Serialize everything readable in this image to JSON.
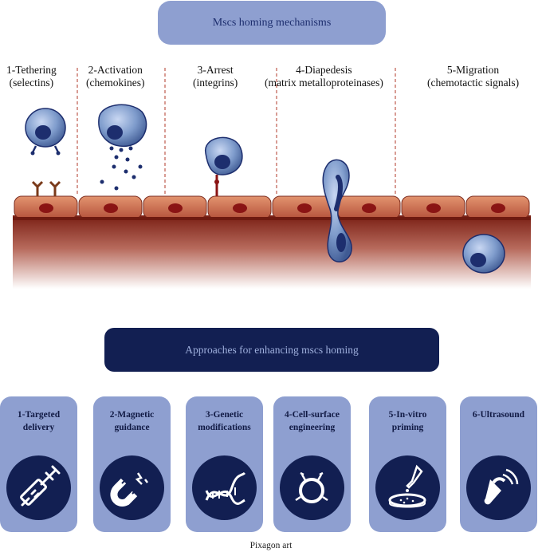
{
  "title": "Mscs homing mechanisms",
  "steps": [
    {
      "line1": "1-Tethering",
      "line2": "(selectins)"
    },
    {
      "line1": "2-Activation",
      "line2": "(chemokines)"
    },
    {
      "line1": "3-Arrest",
      "line2": "(integrins)"
    },
    {
      "line1": "4-Diapedesis",
      "line2": "(matrix metalloproteinases)"
    },
    {
      "line1": "5-Migration",
      "line2": "(chemotactic signals)"
    }
  ],
  "approaches_title": "Approaches for enhancing mscs homing",
  "approaches": [
    {
      "line1": "1-Targeted",
      "line2": "delivery",
      "icon": "syringe-icon"
    },
    {
      "line1": "2-Magnetic",
      "line2": "guidance",
      "icon": "magnet-icon"
    },
    {
      "line1": "3-Genetic",
      "line2": "modifications",
      "icon": "dna-icon"
    },
    {
      "line1": "4-Cell-surface",
      "line2": "engineering",
      "icon": "cell-icon"
    },
    {
      "line1": "5-In-vitro",
      "line2": "priming",
      "icon": "pipette-dish-icon"
    },
    {
      "line1": "6-Ultrasound",
      "line2": "",
      "icon": "ultrasound-probe-icon"
    }
  ],
  "credit": "Pixagon art",
  "colors": {
    "pill": "#8e9fd0",
    "dark_navy": "#121f52",
    "tissue": "#b5533c",
    "cell": "#5d7ab0"
  }
}
